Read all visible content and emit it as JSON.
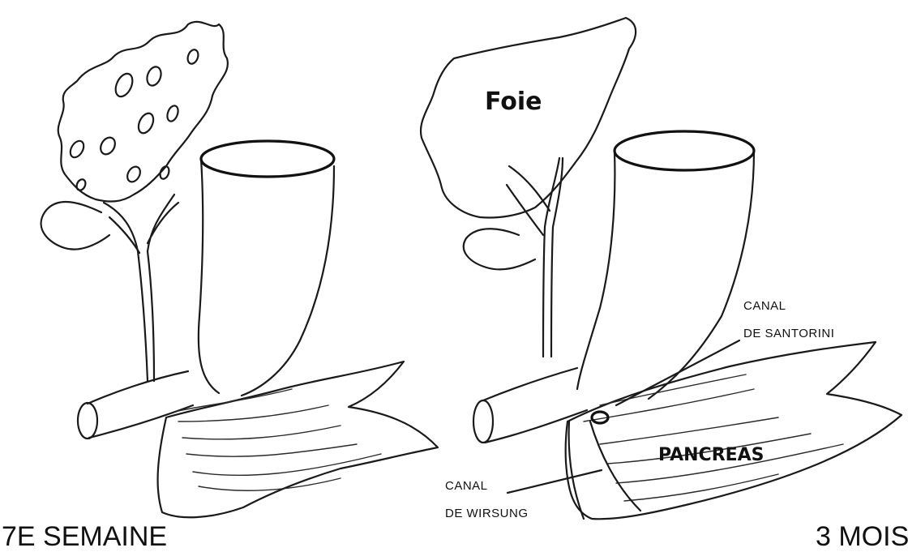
{
  "left_panel": {
    "caption": "7E SEMAINE"
  },
  "right_panel": {
    "caption": "3 MOIS",
    "labels": {
      "liver": "Foie",
      "pancreas": "PANCREAS",
      "santorini_line1": "CANAL",
      "santorini_line2": "DE SANTORINI",
      "wirsung_line1": "CANAL",
      "wirsung_line2": "DE WIRSUNG"
    }
  }
}
